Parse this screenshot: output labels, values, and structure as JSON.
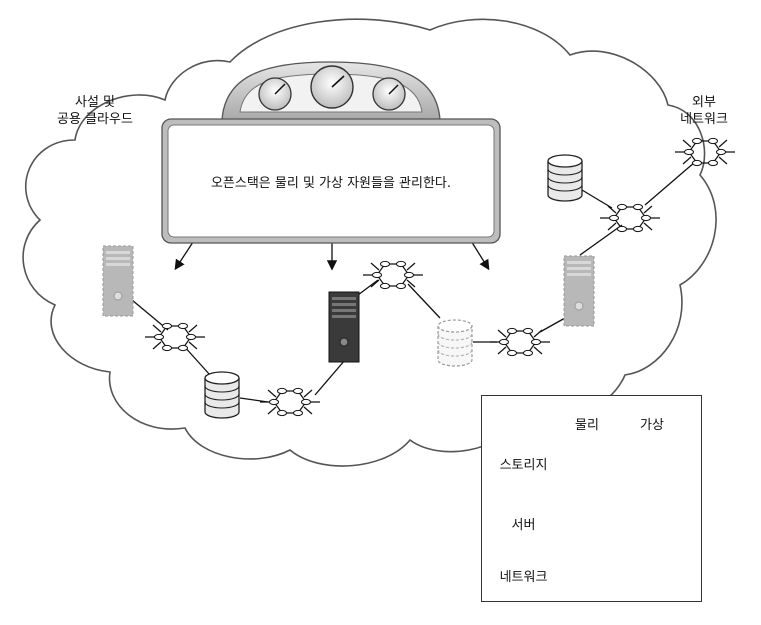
{
  "labels": {
    "private_public_cloud": [
      "사설 및",
      "공용 클라우드"
    ],
    "external_network": [
      "외부",
      "네트워크"
    ],
    "dashboard_message": "오픈스택은 물리 및 가상 자원들을 관리한다."
  },
  "legend": {
    "col_physical": "물리",
    "col_virtual": "가상",
    "row_storage": "스토리지",
    "row_server": "서버",
    "row_network": "네트워크"
  },
  "colors": {
    "line": "#111111",
    "cloud_outline": "#555555",
    "dashboard_frame": "#c8c8c8",
    "physical_server": "#3a3a3a",
    "virtual_server": "#b5b5b5"
  }
}
